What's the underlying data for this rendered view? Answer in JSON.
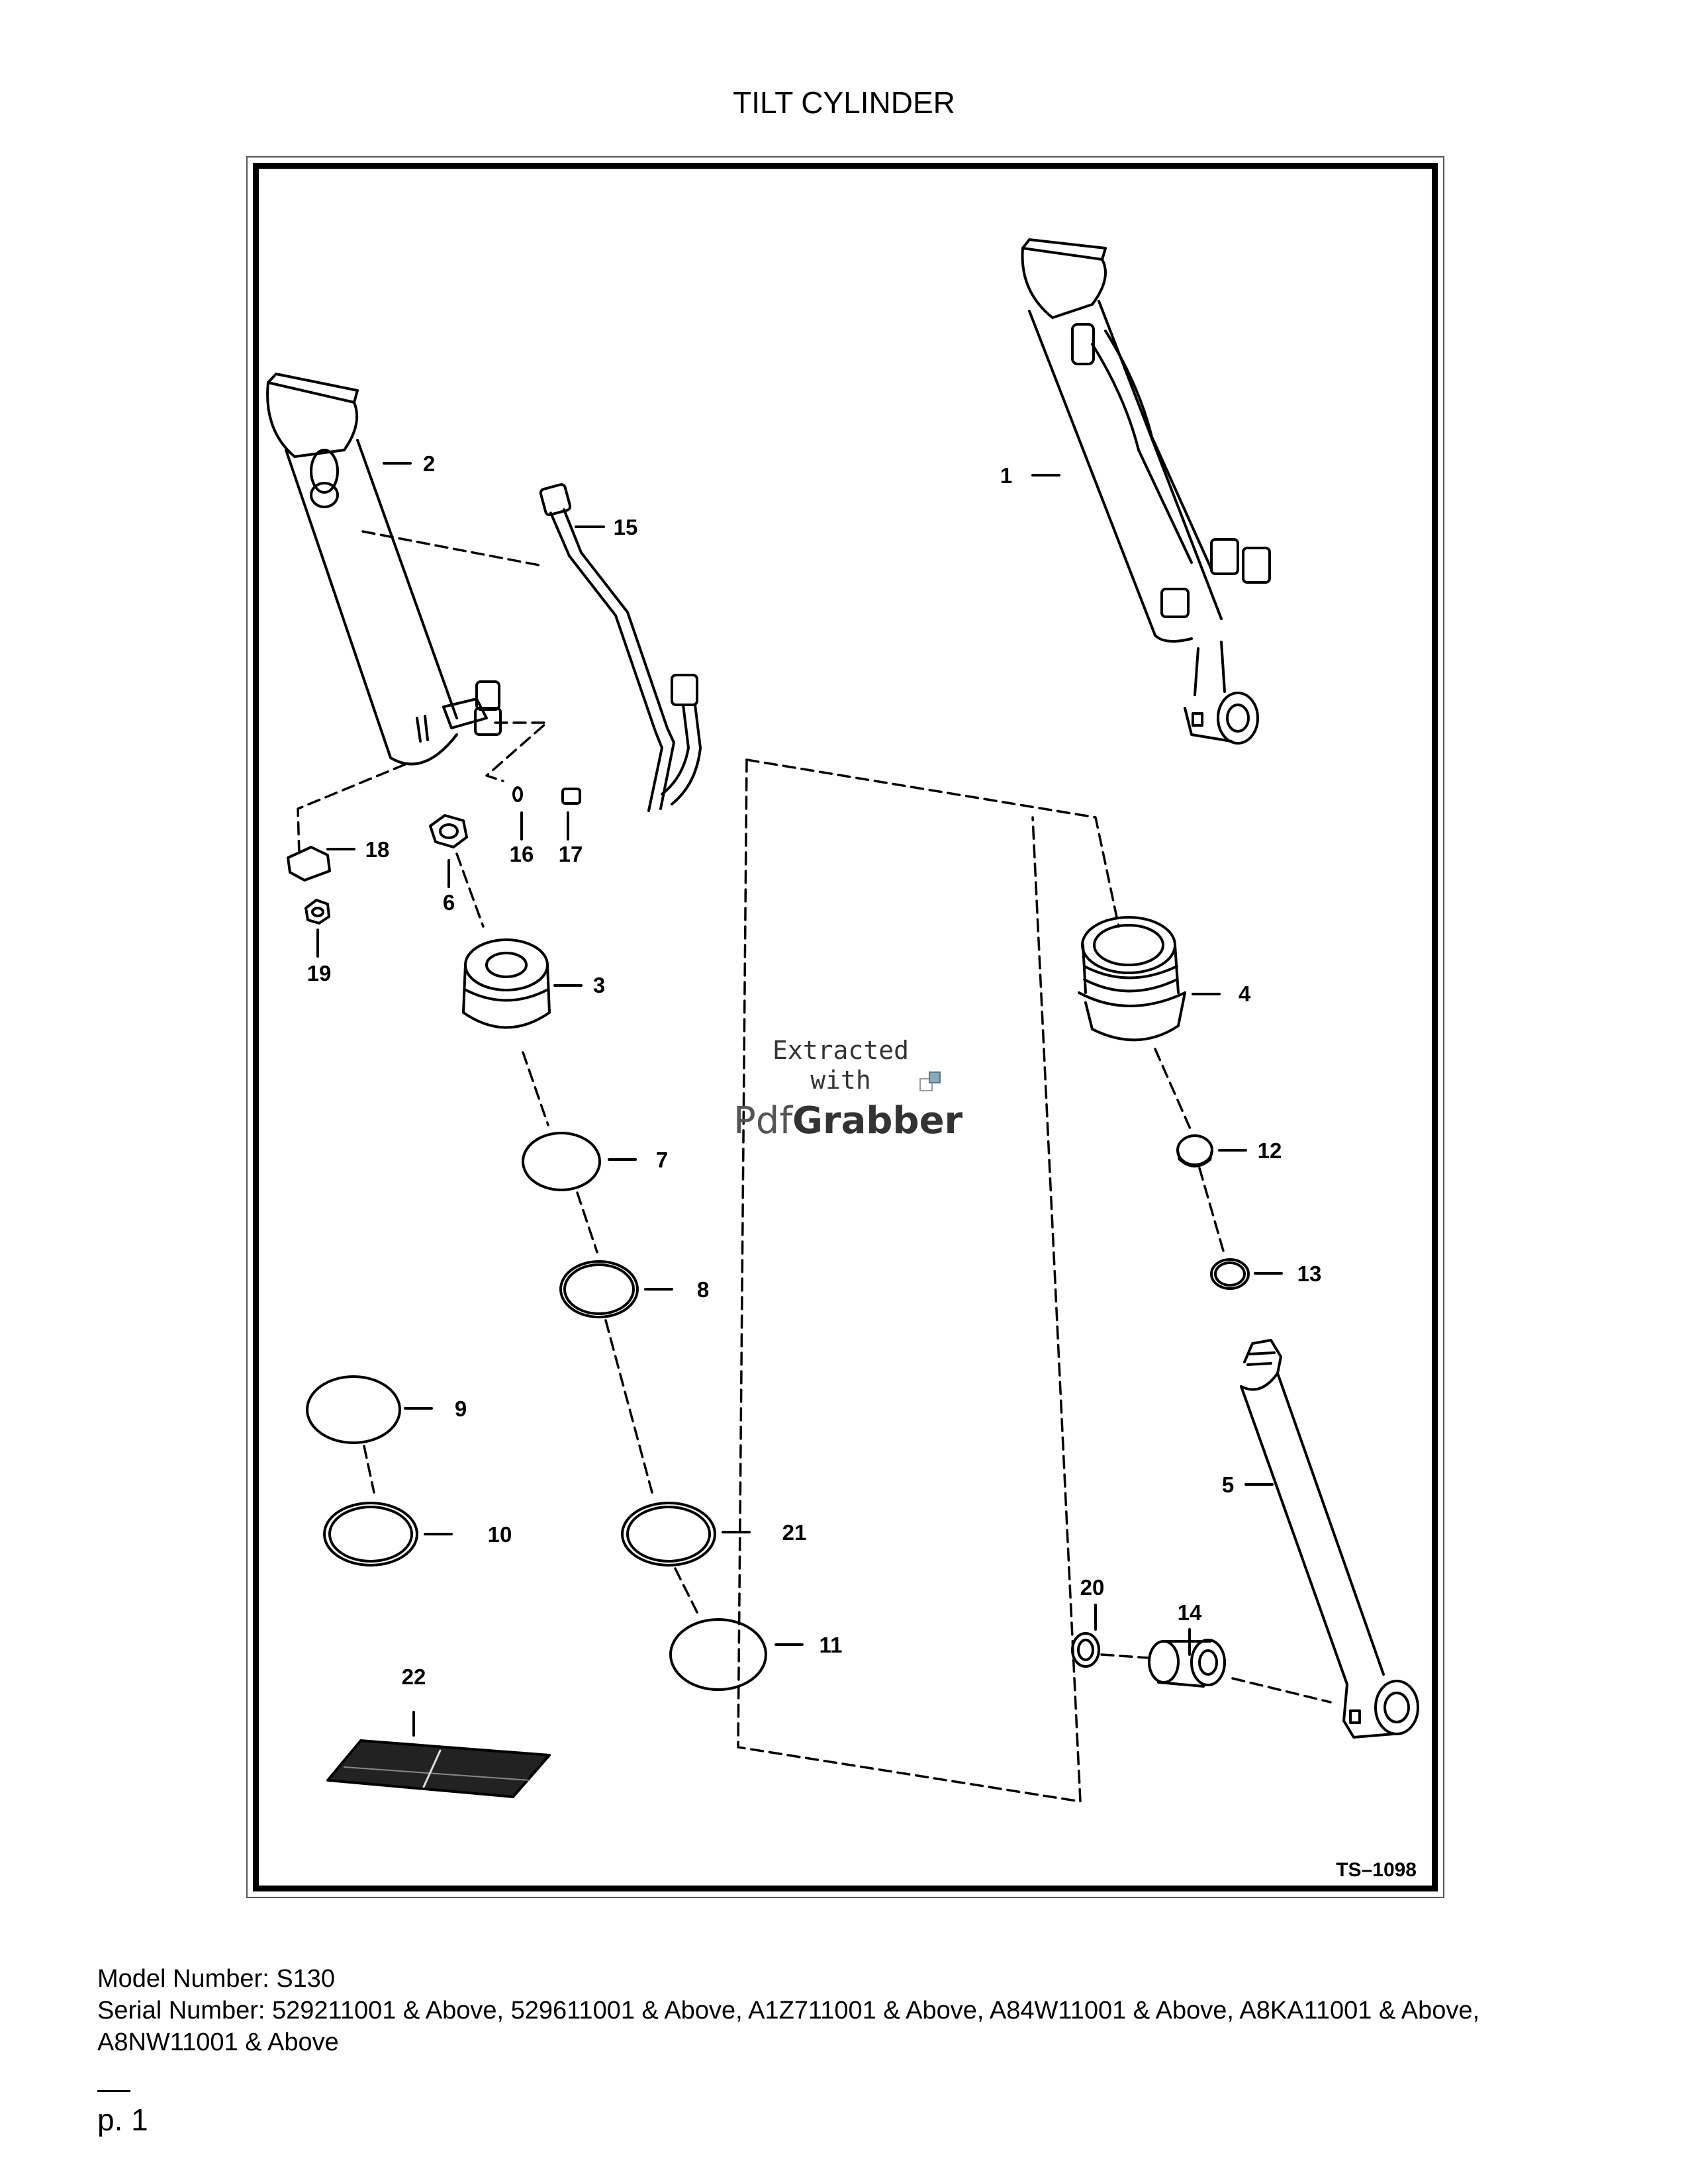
{
  "page": {
    "title": "TILT CYLINDER",
    "figure_ref": "TS–1098",
    "footer": {
      "model": "Model Number: S130",
      "serial": "Serial Number: 529211001 & Above, 529611001 & Above, A1Z711001 & Above, A84W11001 & Above, A8KA11001 & Above, A8NW11001 & Above",
      "separator": "__",
      "page_number": "p. 1"
    },
    "watermark": {
      "line1": "Extracted",
      "line2": "with",
      "brand_a": "Pdf",
      "brand_b": "Grabber"
    }
  },
  "callouts": [
    "1",
    "2",
    "3",
    "4",
    "5",
    "6",
    "7",
    "8",
    "9",
    "10",
    "11",
    "12",
    "13",
    "14",
    "15",
    "16",
    "17",
    "18",
    "19",
    "20",
    "21",
    "22"
  ],
  "parts": [
    {
      "id": "1",
      "icon": "assembled-cylinder"
    },
    {
      "id": "2",
      "icon": "cylinder-barrel"
    },
    {
      "id": "3",
      "icon": "piston"
    },
    {
      "id": "4",
      "icon": "head"
    },
    {
      "id": "5",
      "icon": "rod"
    },
    {
      "id": "6",
      "icon": "nut"
    },
    {
      "id": "7",
      "icon": "o-ring"
    },
    {
      "id": "8",
      "icon": "seal"
    },
    {
      "id": "9",
      "icon": "o-ring"
    },
    {
      "id": "10",
      "icon": "backup-ring"
    },
    {
      "id": "11",
      "icon": "o-ring"
    },
    {
      "id": "12",
      "icon": "wiper"
    },
    {
      "id": "13",
      "icon": "seal"
    },
    {
      "id": "14",
      "icon": "bushing"
    },
    {
      "id": "15",
      "icon": "tube"
    },
    {
      "id": "16",
      "icon": "o-ring"
    },
    {
      "id": "17",
      "icon": "fitting"
    },
    {
      "id": "18",
      "icon": "fitting"
    },
    {
      "id": "19",
      "icon": "nut"
    },
    {
      "id": "20",
      "icon": "washer"
    },
    {
      "id": "21",
      "icon": "ring"
    },
    {
      "id": "22",
      "icon": "seal-kit"
    }
  ]
}
